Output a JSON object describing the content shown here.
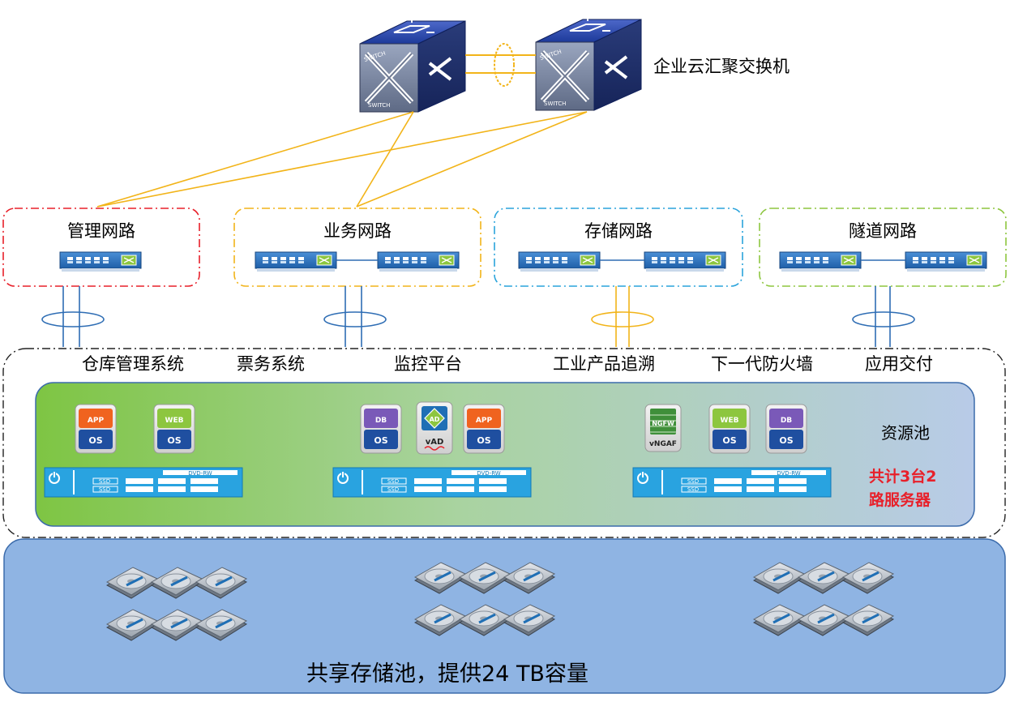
{
  "top": {
    "switch_label": "SWITCH",
    "caption": "企业云汇聚交换机"
  },
  "networks": [
    {
      "label": "管理网路",
      "color": "#e8202a"
    },
    {
      "label": "业务网路",
      "color": "#f2b419"
    },
    {
      "label": "存储网路",
      "color": "#2aa3db"
    },
    {
      "label": "隧道网路",
      "color": "#8dc63f"
    }
  ],
  "systems": [
    "仓库管理系统",
    "票务系统",
    "监控平台",
    "工业产品追溯",
    "下一代防火墙",
    "应用交付"
  ],
  "resource_pool": {
    "title": "资源池",
    "servers_note_line1": "共计3台2",
    "servers_note_line2": "路服务器",
    "note_color": "#e8202a"
  },
  "badges": {
    "app": "APP",
    "web": "WEB",
    "db": "DB",
    "os": "OS",
    "ad_top": "AD",
    "ad_bottom": "vAD",
    "ngfw_top": "NGFW",
    "ngfw_bottom": "vNGAF"
  },
  "server": {
    "dvd": "DVD-RW",
    "ssd": "SSD"
  },
  "storage": {
    "caption": "共享存储池，提供24 TB容量"
  },
  "colors": {
    "link": "#f2b419",
    "nic": "#2e6db4",
    "pool_border": "#3b6bab",
    "storage_fill": "#8fb4e3",
    "server_fill": "#29a3e0"
  }
}
